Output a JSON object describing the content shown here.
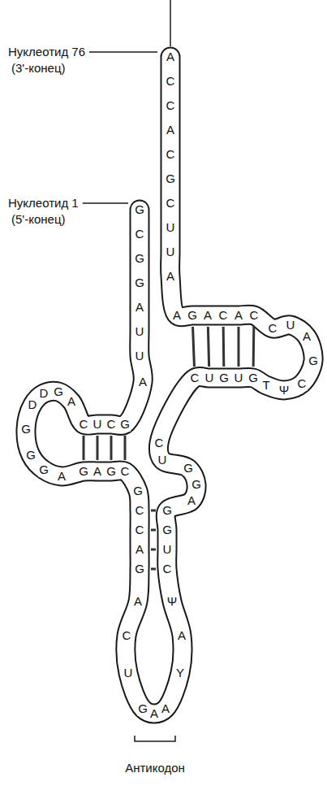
{
  "diagram": {
    "labels": [
      "Нуклеотид 76",
      "(3'-конец)",
      "Нуклеотид 1",
      "(5'-конец)",
      "Антикодон",
      "G",
      "C",
      "G",
      "G",
      "A",
      "U",
      "U",
      "A",
      "G",
      "C",
      "U",
      "C",
      "A",
      "G",
      "D",
      "D",
      "G",
      "G",
      "G",
      "A",
      "G",
      "A",
      "G",
      "C",
      "G",
      "C",
      "C",
      "A",
      "G",
      "A",
      "C",
      "U",
      "G",
      "A",
      "A",
      "Y",
      "A",
      "Ψ",
      "C",
      "U",
      "G",
      "G",
      "A",
      "G",
      "G",
      "U",
      "C",
      "C",
      "U",
      "G",
      "U",
      "G",
      "T",
      "Ψ",
      "C",
      "G",
      "A",
      "U",
      "C",
      "C",
      "A",
      "C",
      "A",
      "G",
      "A",
      "A",
      "U",
      "U",
      "C",
      "G",
      "C",
      "A",
      "C",
      "C",
      "A"
    ]
  }
}
